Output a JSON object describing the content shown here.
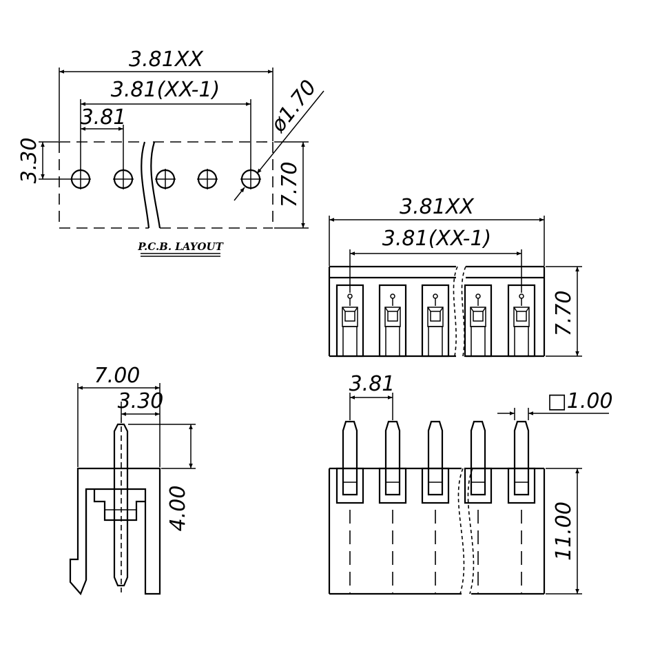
{
  "drawing": {
    "pcb_view": {
      "overall_dim": "3.81XX",
      "span_dim": "3.81(XX-1)",
      "pitch_dim": "3.81",
      "hole_dim": "ø1.70",
      "offset_dim": "3.30",
      "height_dim": "7.70",
      "caption": "P.C.B. LAYOUT"
    },
    "top_view": {
      "overall_dim": "3.81XX",
      "span_dim": "3.81(XX-1)",
      "height_dim": "7.70"
    },
    "side_view": {
      "depth_dim": "7.00",
      "pin_offset_dim": "3.30",
      "pin_height_dim": "4.00"
    },
    "front_view": {
      "pitch_dim": "3.81",
      "pin_size_dim": "□1.00",
      "body_height_dim": "11.00"
    }
  }
}
